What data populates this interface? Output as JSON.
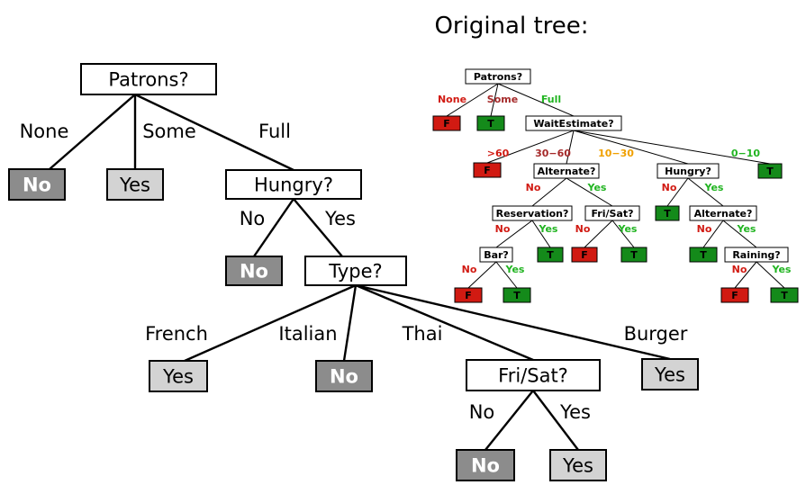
{
  "title": "Original tree:",
  "colors": {
    "no_leaf": "#8c8c8c",
    "yes_leaf": "#d3d3d3",
    "false_leaf": "#d11a12",
    "true_leaf": "#148a1a",
    "branch_red": "#d11a12",
    "branch_green": "#21b421",
    "branch_orange": "#f0a000",
    "branch_brown": "#a52a2a"
  },
  "learned_tree": {
    "root": "Patrons?",
    "root_branches": [
      "None",
      "Some",
      "Full"
    ],
    "leaf_none": "No",
    "leaf_some": "Yes",
    "hungry": "Hungry?",
    "hungry_branches": [
      "No",
      "Yes"
    ],
    "leaf_hungry_no": "No",
    "type": "Type?",
    "type_branches": [
      "French",
      "Italian",
      "Thai",
      "Burger"
    ],
    "leaf_french": "Yes",
    "leaf_italian": "No",
    "leaf_burger": "Yes",
    "frisat": "Fri/Sat?",
    "frisat_branches": [
      "No",
      "Yes"
    ],
    "leaf_frisat_no": "No",
    "leaf_frisat_yes": "Yes"
  },
  "original_tree": {
    "patrons": "Patrons?",
    "patrons_branches": [
      "None",
      "Some",
      "Full"
    ],
    "leaf_none": "F",
    "leaf_some": "T",
    "wait": "WaitEstimate?",
    "wait_branches": [
      ">60",
      "30−60",
      "10−30",
      "0−10"
    ],
    "leaf_gt60": "F",
    "leaf_0_10": "T",
    "alternate1": "Alternate?",
    "alternate1_branches": [
      "No",
      "Yes"
    ],
    "hungry": "Hungry?",
    "hungry_branches": [
      "No",
      "Yes"
    ],
    "leaf_hungry_no": "T",
    "reservation": "Reservation?",
    "reservation_branches": [
      "No",
      "Yes"
    ],
    "leaf_reservation_yes": "T",
    "frisat": "Fri/Sat?",
    "frisat_branches": [
      "No",
      "Yes"
    ],
    "leaf_frisat_no": "F",
    "leaf_frisat_yes": "T",
    "alternate2": "Alternate?",
    "alternate2_branches": [
      "No",
      "Yes"
    ],
    "leaf_alternate2_no": "T",
    "bar": "Bar?",
    "bar_branches": [
      "No",
      "Yes"
    ],
    "leaf_bar_no": "F",
    "leaf_bar_yes": "T",
    "raining": "Raining?",
    "raining_branches": [
      "No",
      "Yes"
    ],
    "leaf_raining_no": "F",
    "leaf_raining_yes": "T"
  }
}
